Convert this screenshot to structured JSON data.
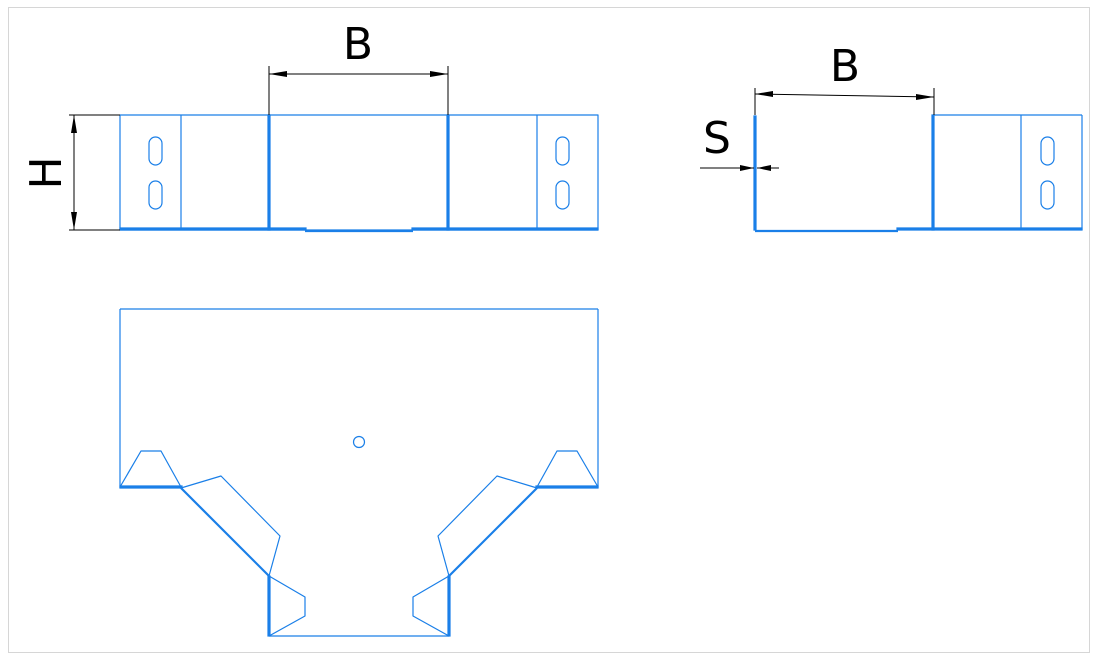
{
  "colors": {
    "line": "#1a7fe8",
    "dimension": "#000000",
    "frame": "#d6d6d6"
  },
  "labels": {
    "width_top": "B",
    "height": "H",
    "width_side": "B",
    "thickness": "S"
  }
}
